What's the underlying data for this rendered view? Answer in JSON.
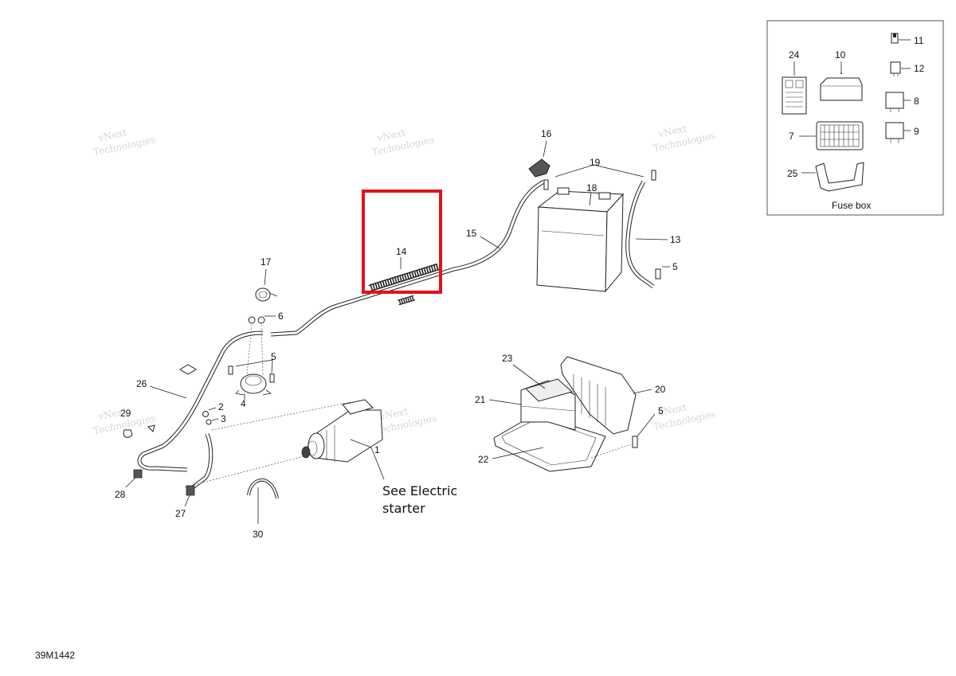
{
  "drawing_code": "39M1442",
  "watermark": {
    "line1": "vNext",
    "line2": "Technologies"
  },
  "inset": {
    "caption": "Fuse box"
  },
  "note": {
    "line1": "See Electric",
    "line2": "starter"
  },
  "callouts": {
    "c1": "1",
    "c2": "2",
    "c3": "3",
    "c4": "4",
    "c5a": "5",
    "c5b": "5",
    "c5c": "5",
    "c6": "6",
    "c7": "7",
    "c8": "8",
    "c9": "9",
    "c10": "10",
    "c11": "11",
    "c12": "12",
    "c13": "13",
    "c14": "14",
    "c15": "15",
    "c16": "16",
    "c17": "17",
    "c18": "18",
    "c19": "19",
    "c20": "20",
    "c21": "21",
    "c22": "22",
    "c23": "23",
    "c24": "24",
    "c25": "25",
    "c26": "26",
    "c27": "27",
    "c28": "28",
    "c29": "29",
    "c30": "30"
  },
  "highlight_color": "#e0141b"
}
